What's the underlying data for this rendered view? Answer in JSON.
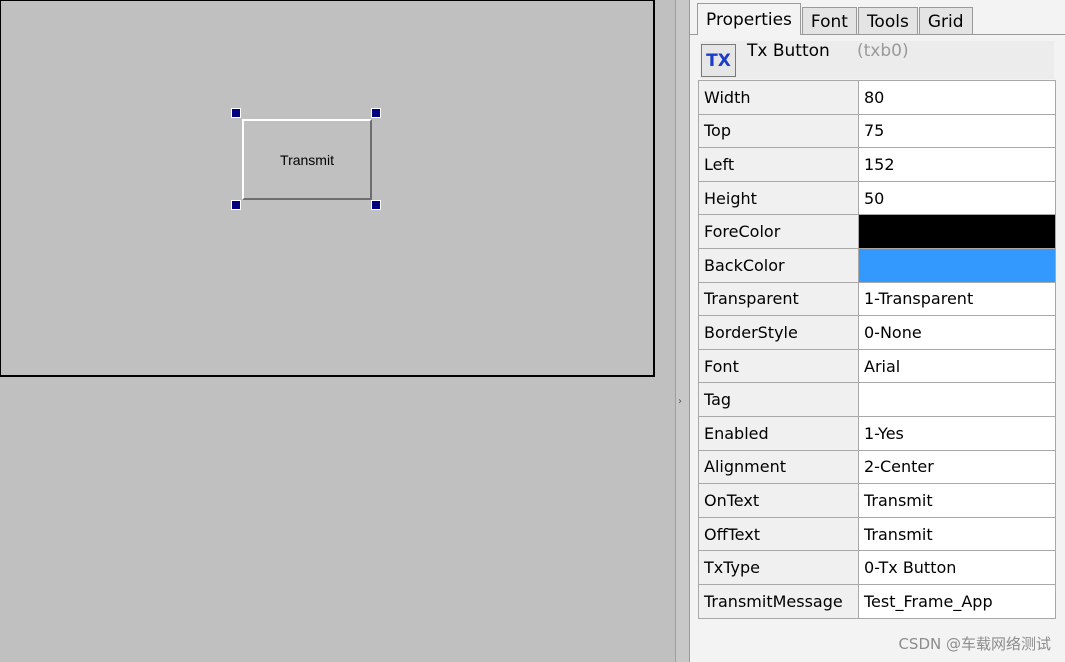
{
  "designer": {
    "button_text": "Transmit"
  },
  "splitter": {
    "grip": "›"
  },
  "panel": {
    "tabs": [
      {
        "label": "Properties",
        "active": true
      },
      {
        "label": "Font",
        "active": false
      },
      {
        "label": "Tools",
        "active": false
      },
      {
        "label": "Grid",
        "active": false
      }
    ],
    "component": {
      "icon_text": "TX",
      "name": "Tx Button",
      "id": "(txb0)"
    },
    "properties": [
      {
        "name": "Width",
        "value": "80"
      },
      {
        "name": "Top",
        "value": "75"
      },
      {
        "name": "Left",
        "value": "152"
      },
      {
        "name": "Height",
        "value": "50"
      },
      {
        "name": "ForeColor",
        "value": "",
        "color": "#000000"
      },
      {
        "name": "BackColor",
        "value": "",
        "color": "#3399ff"
      },
      {
        "name": "Transparent",
        "value": "1-Transparent"
      },
      {
        "name": "BorderStyle",
        "value": "0-None"
      },
      {
        "name": "Font",
        "value": "Arial"
      },
      {
        "name": "Tag",
        "value": ""
      },
      {
        "name": "Enabled",
        "value": "1-Yes"
      },
      {
        "name": "Alignment",
        "value": "2-Center"
      },
      {
        "name": "OnText",
        "value": "Transmit"
      },
      {
        "name": "OffText",
        "value": "Transmit"
      },
      {
        "name": "TxType",
        "value": "0-Tx Button"
      },
      {
        "name": "TransmitMessage",
        "value": "Test_Frame_App"
      }
    ]
  },
  "watermark": "CSDN @车载网络测试",
  "colors": {
    "canvas_bg": "#c0c0c0",
    "handle": "#000080",
    "icon_text": "#1a3cc8"
  }
}
